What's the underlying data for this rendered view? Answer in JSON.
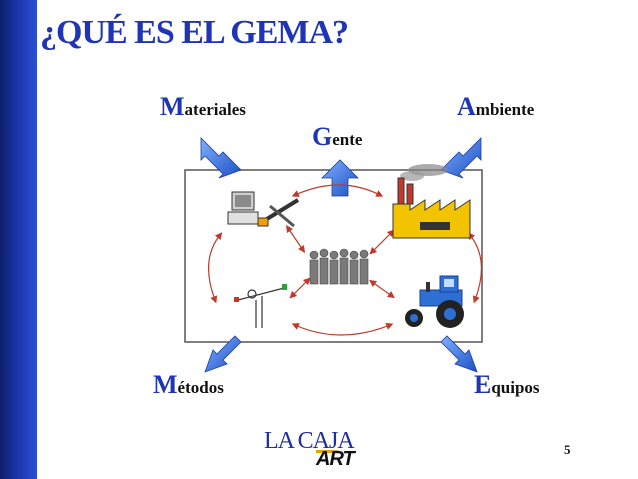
{
  "slide": {
    "title": "¿QUÉ ES EL GEMA?",
    "page_number": "5"
  },
  "labels": {
    "materiales": {
      "initial": "M",
      "rest": "ateriales"
    },
    "ambiente": {
      "initial": "A",
      "rest": "mbiente"
    },
    "gente": {
      "initial": "G",
      "rest": "ente"
    },
    "metodos": {
      "initial": "M",
      "rest": "étodos"
    },
    "equipos": {
      "initial": "E",
      "rest": "quipos"
    }
  },
  "logo": {
    "top_text": "LA CAJA",
    "bottom_text": "ART"
  },
  "colors": {
    "accent_blue": "#1f35b5",
    "arrow_blue": "#2f6fd6",
    "cycle_red": "#c0392b",
    "sidebar": "#1c35a8"
  },
  "icons": [
    "computer-tools-icon",
    "factory-icon",
    "people-group-icon",
    "person-measuring-icon",
    "tractor-icon"
  ]
}
